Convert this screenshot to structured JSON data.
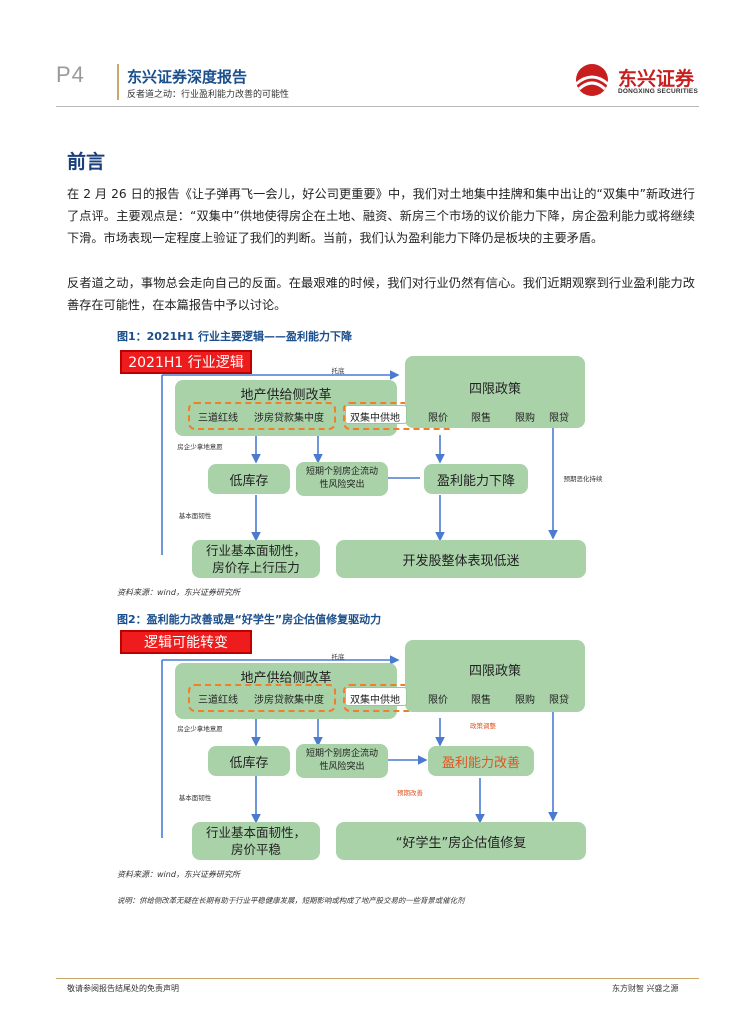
{
  "header": {
    "page_number": "P4",
    "report_title": "东兴证券深度报告",
    "report_subtitle": "反者道之动：行业盈利能力改善的可能性",
    "logo_cn": "东兴证券",
    "logo_en": "DONGXING SECURITIES"
  },
  "section_title": "前言",
  "paragraphs": [
    "在 2 月 26 日的报告《让子弹再飞一会儿，好公司更重要》中，我们对土地集中挂牌和集中出让的“双集中”新政进行了点评。主要观点是：“双集中”供地使得房企在土地、融资、新房三个市场的议价能力下降，房企盈利能力或将继续下滑。市场表现一定程度上验证了我们的判断。当前，我们认为盈利能力下降仍是板块的主要矛盾。",
    "反者道之动，事物总会走向自己的反面。在最艰难的时候，我们对行业仍然有信心。我们近期观察到行业盈利能力改善存在可能性，在本篇报告中予以讨论。"
  ],
  "figure1": {
    "title": "图1：2021H1 行业主要逻辑——盈利能力下降",
    "tag": "2021H1 行业逻辑",
    "supply_reform": "地产供给侧改革",
    "three_lines": "三道红线",
    "loan_concentration": "涉房贷款集中度",
    "double_concentration": "双集中供地",
    "price_limit": "限价",
    "sale_limit": "限售",
    "purchase_limit": "限购",
    "loan_limit": "限贷",
    "four_limits": "四限政策",
    "low_inventory": "低库存",
    "short_term_risk": "短期个别房企流动性风险突出",
    "profit_decline": "盈利能力下降",
    "industry_resilience": "行业基本面韧性，房价存上行压力",
    "developer_underperform": "开发股整体表现低迷",
    "label_support": "托底",
    "label_weak_land": "房企少拿地意愿",
    "label_fundamental": "基本面韧性",
    "label_deteriorate": "预期恶化持续"
  },
  "figure1_source": "资料来源：wind，东兴证券研究所",
  "figure2": {
    "title": "图2：盈利能力改善或是“好学生”房企估值修复驱动力",
    "tag": "逻辑可能转变",
    "supply_reform": "地产供给侧改革",
    "three_lines": "三道红线",
    "loan_concentration": "涉房贷款集中度",
    "double_concentration": "双集中供地",
    "price_limit": "限价",
    "sale_limit": "限售",
    "purchase_limit": "限购",
    "loan_limit": "限贷",
    "four_limits": "四限政策",
    "low_inventory": "低库存",
    "short_term_risk": "短期个别房企流动性风险突出",
    "profit_improve": "盈利能力改善",
    "industry_stable": "行业基本面韧性，房价平稳",
    "good_student_valuation": "“好学生”房企估值修复",
    "label_support": "托底",
    "label_weak_land": "房企少拿地意愿",
    "label_fundamental": "基本面韧性",
    "label_change": "政策调整",
    "label_expect": "预期改善"
  },
  "figure2_source": "资料来源：wind，东兴证券研究所",
  "note": "说明：供给侧改革无疑在长期有助于行业平稳健康发展，短期影响或构成了地产股交易的一些背景或催化剂",
  "footer": {
    "left": "敬请参阅报告结尾处的免责声明",
    "right": "东方财智 兴盛之源"
  }
}
